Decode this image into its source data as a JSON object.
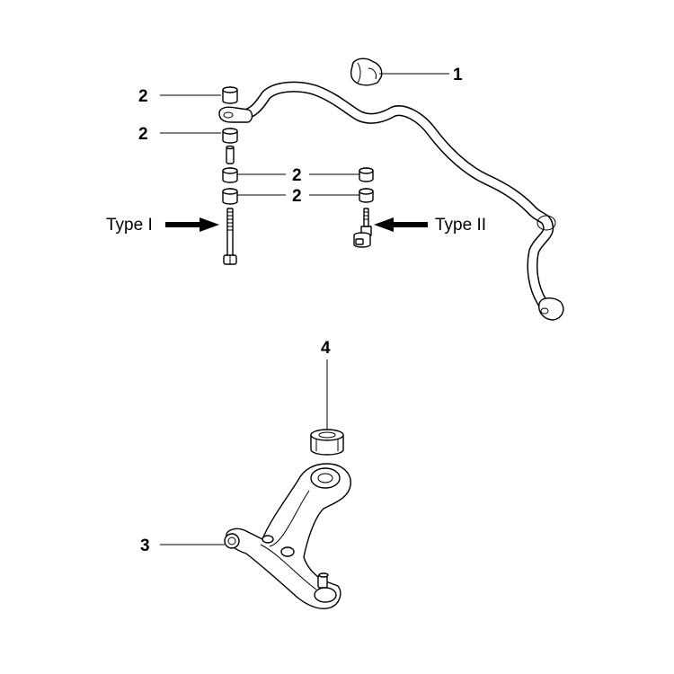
{
  "callouts": {
    "c1": "1",
    "c2a": "2",
    "c2b": "2",
    "c2c": "2",
    "c2d": "2",
    "c3": "3",
    "c4": "4"
  },
  "type_labels": {
    "type1": "Type I",
    "type2": "Type II"
  }
}
